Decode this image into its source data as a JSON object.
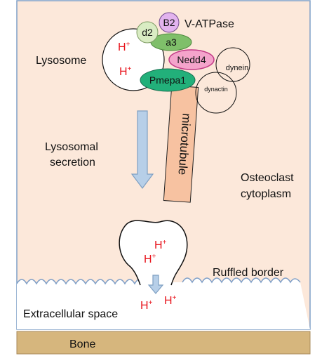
{
  "labels": {
    "v_atpase": "V-ATPase",
    "lysosome": "Lysosome",
    "secretion_line1": "Lysosomal",
    "secretion_line2": "secretion",
    "osteoclast_line1": "Osteoclast",
    "osteoclast_line2": "cytoplasm",
    "ruffled_border": "Ruffled border",
    "extracellular": "Extracellular space",
    "bone": "Bone",
    "microtubule": "microtubule"
  },
  "proteins": {
    "b2": "B2",
    "d2": "d2",
    "a3": "a3",
    "nedd4": "Nedd4",
    "pmepa1": "Pmepa1",
    "dynein": "dynein",
    "dynactin": "dynactin"
  },
  "ion": {
    "symbol": "H",
    "charge": "+"
  },
  "colors": {
    "cytoplasm": "#fce8da",
    "border": "#7f9fc7",
    "bone": "#d6b67d",
    "microtubule": "#f7c2a1",
    "arrow": "#b7cfe8",
    "arrow_stroke": "#7e9fc2",
    "b2": "#e2b3ee",
    "d2": "#d9ecc3",
    "a3": "#7fbf6a",
    "nedd4": "#f4a4cb",
    "pmepa1": "#22b07a",
    "h_ion": "#e8141c"
  }
}
